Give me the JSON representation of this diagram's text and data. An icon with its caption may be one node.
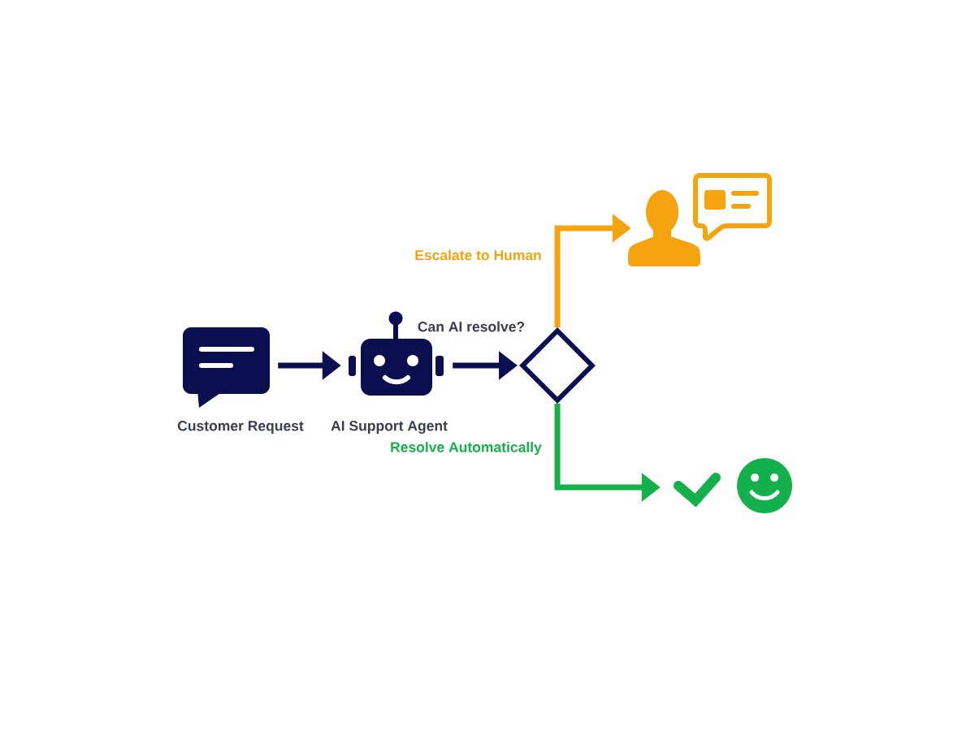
{
  "diagram": {
    "nodes": [
      {
        "text": [],
        "shape": "picture",
        "beside": [
          "Customer Request"
        ]
      },
      {
        "text": [],
        "shape": "picture",
        "beside": [
          "AI Support Agent"
        ]
      },
      {
        "text": [],
        "shape": "diamond",
        "beside": [
          "Can AI resolve?"
        ]
      },
      {
        "text": [],
        "shape": "picture"
      },
      {
        "text": [],
        "shape": "picture"
      }
    ],
    "edges": [
      {
        "from": 0,
        "to": 1,
        "arrow": "to"
      },
      {
        "from": 1,
        "to": 2,
        "arrow": "to"
      },
      {
        "from": 2,
        "to": 3,
        "arrow": "to",
        "label": "Escalate to Human",
        "color": "#f5a30f"
      },
      {
        "from": 2,
        "to": 4,
        "arrow": "to",
        "label": "Resolve Automatically",
        "color": "#13b04b"
      }
    ]
  }
}
